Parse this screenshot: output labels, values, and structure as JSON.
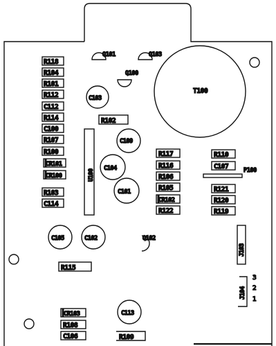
{
  "diagram": {
    "labels": {
      "R118": "R118",
      "R104": "R104",
      "R101": "R101",
      "R112": "R112",
      "C112": "C112",
      "R114": "R114",
      "C100": "C100",
      "R107": "R107",
      "R100": "R100",
      "CR101": "CR101",
      "CR100": "CR100",
      "R103": "R103",
      "C114": "C114",
      "Q101": "Q101",
      "Q103": "Q103",
      "Q100": "Q100",
      "C103": "C103",
      "R102": "R102",
      "T100": "T100",
      "C109": "C109",
      "U100": "U100",
      "C104": "C104",
      "C101": "C101",
      "R117": "R117",
      "R116": "R116",
      "R106": "R106",
      "R105": "R105",
      "CR102": "CR102",
      "R122": "R122",
      "R110": "R110",
      "C107": "C107",
      "P100": "P100",
      "R121": "R121",
      "R120": "R120",
      "R119": "R119",
      "C105": "C105",
      "C102": "C102",
      "Q102": "Q102",
      "R115": "R115",
      "J103": "J103",
      "J104": "J104",
      "CR103": "CR103",
      "R108": "R108",
      "C106": "C106",
      "C113": "C113",
      "R109": "R109"
    },
    "pin_numbers": [
      "3",
      "2",
      "1"
    ]
  }
}
